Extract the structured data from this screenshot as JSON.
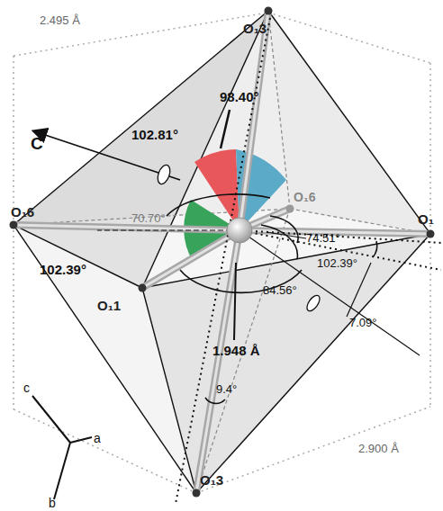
{
  "diagram": {
    "labels": [
      "2.495 Å",
      "O₁3",
      "C",
      "102.81°",
      "98.40°",
      "O₁6",
      "O₁6",
      "70.70°",
      "74.51°",
      "O₁",
      "102.39°",
      "102.39°",
      "84.56°",
      "7.09°",
      "1.948 Å",
      "O₁1",
      "9.4°",
      "2.900 Å",
      "O₁3",
      "c",
      "a",
      "b"
    ]
  }
}
